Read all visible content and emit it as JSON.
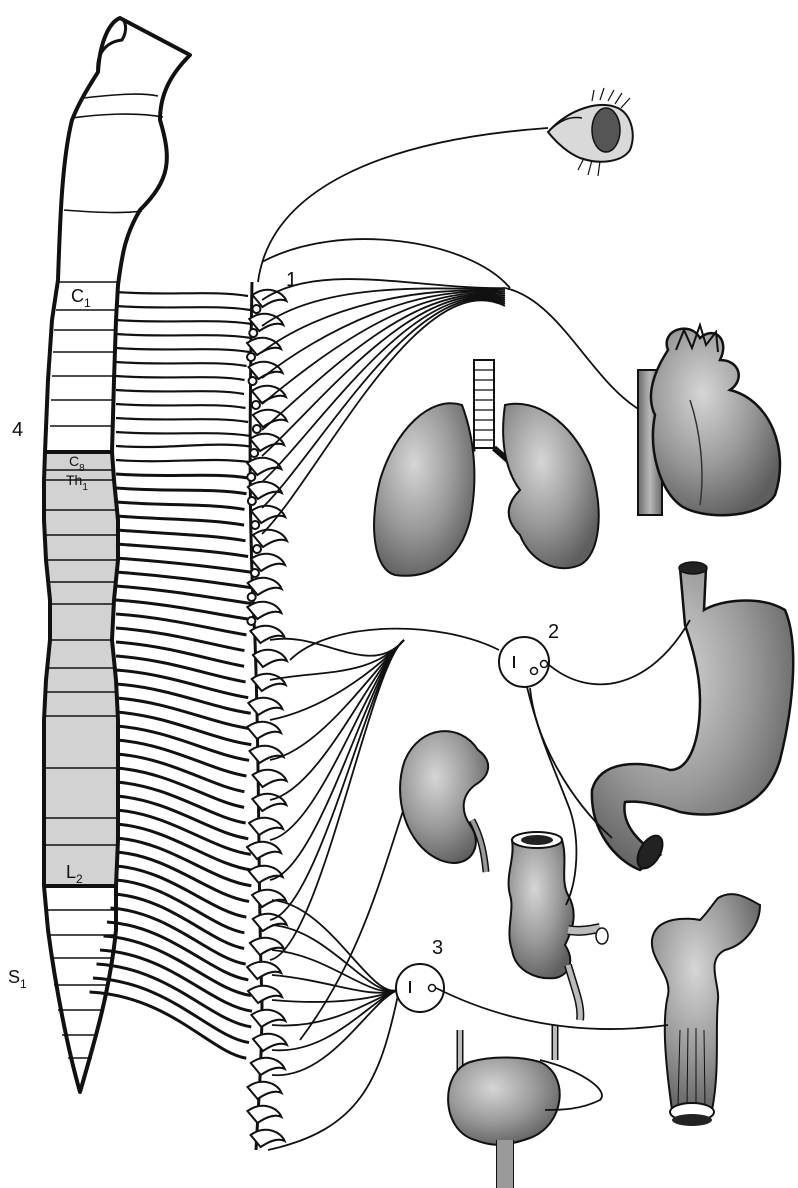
{
  "colors": {
    "stroke": "#111111",
    "segment_shade": "#d2d2d2",
    "organ_dark": "#7a7a7a",
    "organ_mid": "#9a9a9a",
    "organ_light": "#c4c4c4",
    "background": "#ffffff"
  },
  "labels": {
    "c1": {
      "main": "C",
      "sub": "1"
    },
    "c8": {
      "main": "C",
      "sub": "8"
    },
    "th1": {
      "main": "Th",
      "sub": "1"
    },
    "l2": {
      "main": "L",
      "sub": "2"
    },
    "s1": {
      "main": "S",
      "sub": "1"
    },
    "n1": "1",
    "n2": "2",
    "n3": "3",
    "n4": "4"
  },
  "organs": [
    "eye-icon",
    "heart-icon",
    "lungs-icon",
    "stomach-icon",
    "kidney-icon",
    "intestine-icon",
    "colon-icon",
    "bladder-icon"
  ]
}
